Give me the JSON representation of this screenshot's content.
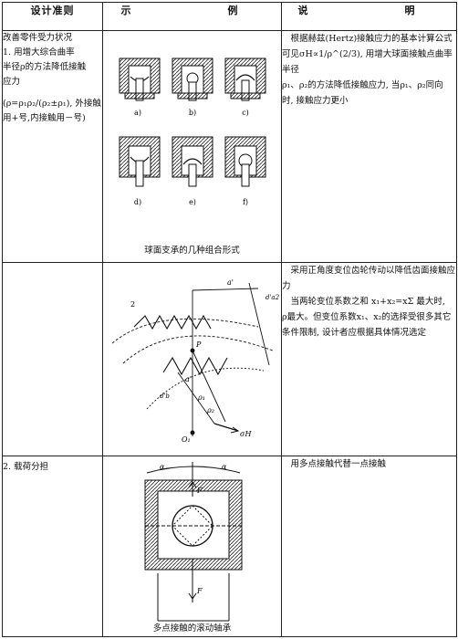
{
  "header": {
    "col1": "设计准则",
    "col2": "示　　例",
    "col3": "说　　明"
  },
  "rows": [
    {
      "criterion_lines": [
        "改善零件受力状况",
        "1. 用增大综合曲率",
        "半径ρ的方法降低接触",
        "应力",
        "(ρ=ρ₁ρ₂/(ρ₂±ρ₁), 外接触",
        "用+号,内接触用－号)"
      ],
      "figure_labels": [
        "a)",
        "b)",
        "c)",
        "d)",
        "e)",
        "f)"
      ],
      "caption": "球面支承的几种组合形式",
      "description_lines": [
        "根据赫兹(Hertz)接触应力的基本计算公式",
        "可见σH∝1/ρ^(2/3), 用增大球面接触点曲率半径",
        "ρ₁、ρ₂的方法降低接触应力, 当ρ₁、ρ₂同向",
        "时, 接触应力更小"
      ]
    },
    {
      "figure_labels": [
        "2",
        "a'",
        "d'a2",
        "P",
        "a'",
        "d'b",
        "ρ₁",
        "ρ₂",
        "σH",
        "O₁"
      ],
      "description_lines": [
        "采用正角度变位齿轮传动以降低齿面接触应",
        "力",
        "当两轮变位系数之和 x₁+x₂=xΣ 最大时,",
        "ρ最大。但变位系数x₁、x₂的选择受很多其它",
        "条件限制, 设计者应根据具体情况选定"
      ]
    },
    {
      "criterion": "2. 载荷分担",
      "figure_labels": [
        "α",
        "α",
        "F",
        "F"
      ],
      "caption": "多点接触的滚动轴承",
      "description": "用多点接触代替一点接触"
    }
  ]
}
